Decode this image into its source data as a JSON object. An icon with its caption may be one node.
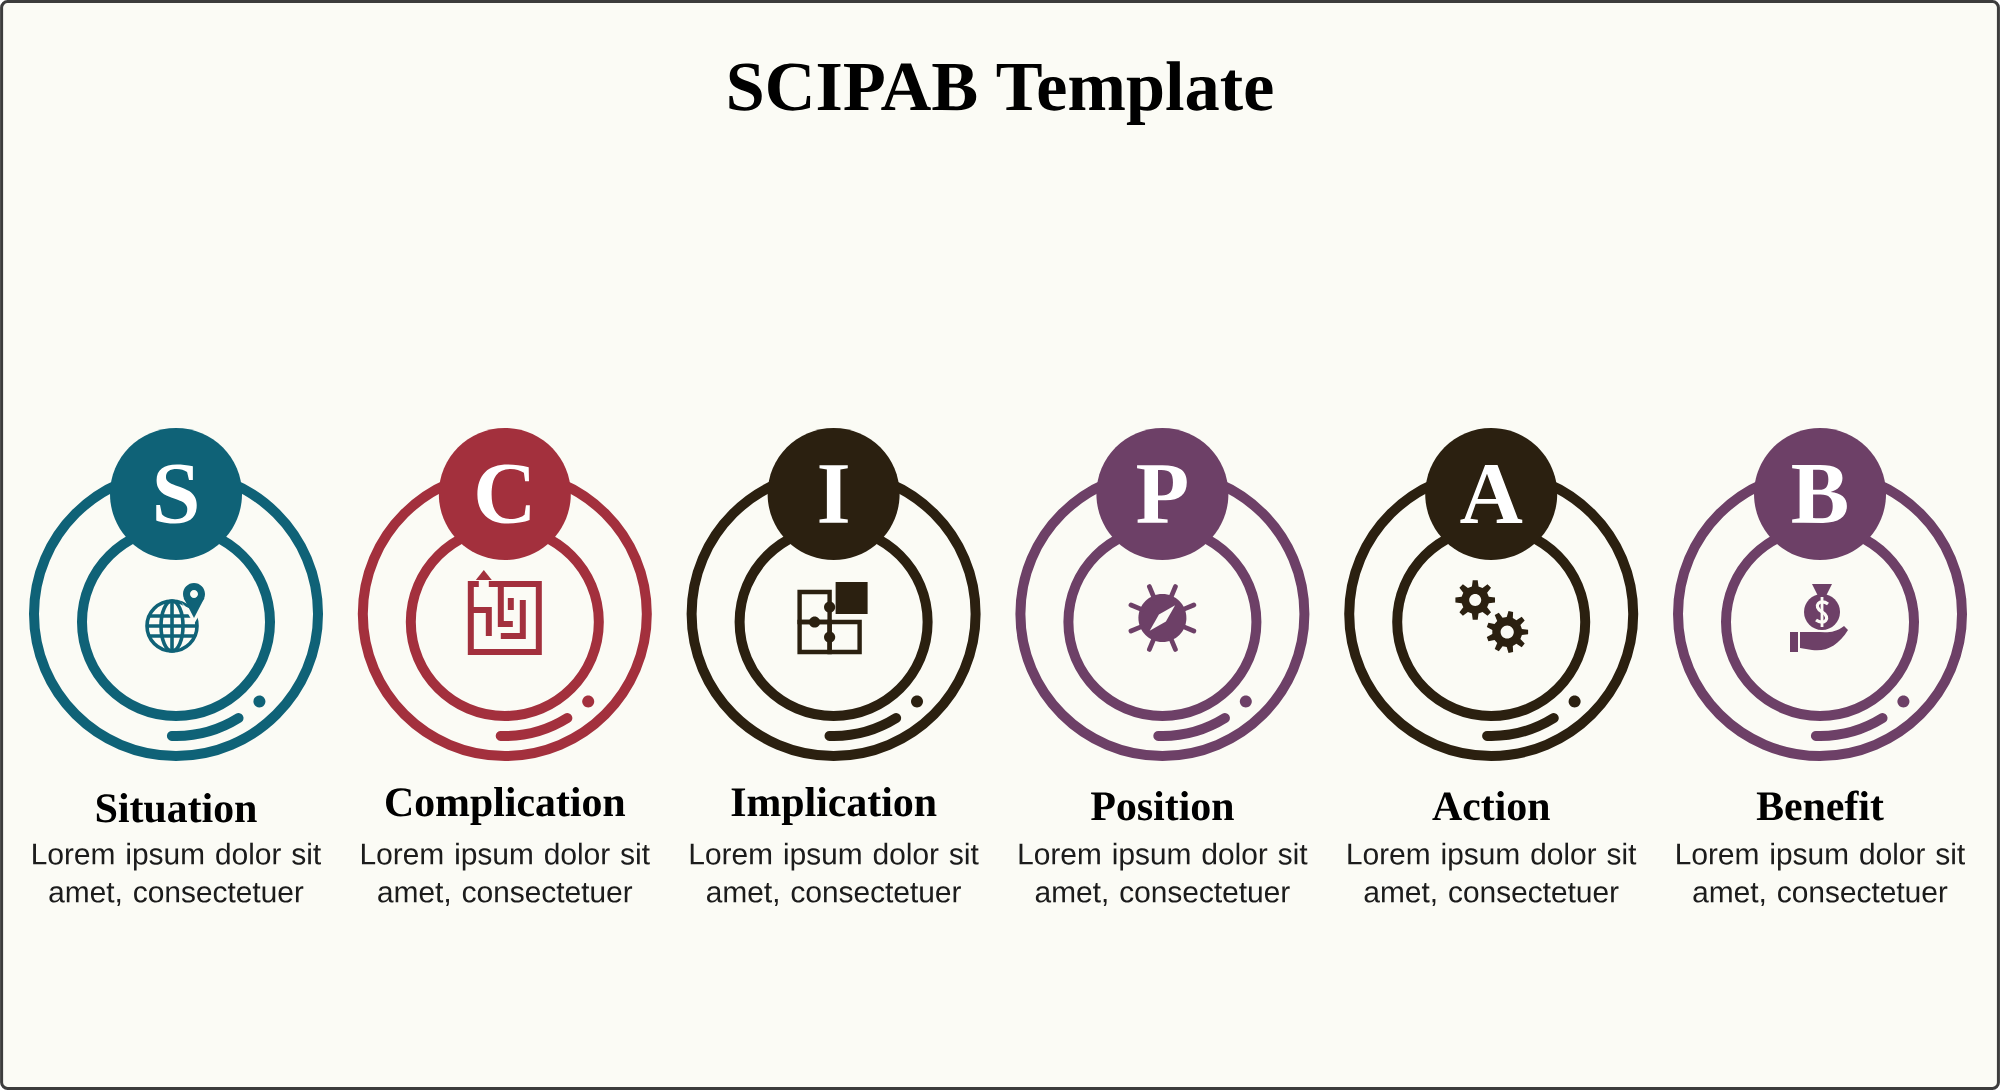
{
  "diagram": {
    "title": "SCIPAB Template",
    "nodes": [
      {
        "text": [
          "S"
        ]
      },
      {
        "text": [
          "Situation",
          "Lorem ipsum dolor sit amet, consectetuer"
        ]
      },
      {
        "text": [
          "C"
        ]
      },
      {
        "text": [
          "Complication",
          "Lorem ipsum dolor sit amet, consectetuer"
        ]
      },
      {
        "text": [
          "I"
        ]
      },
      {
        "text": [
          "Implication",
          "Lorem ipsum dolor sit amet, consectetuer"
        ]
      },
      {
        "text": [
          "P"
        ]
      },
      {
        "text": [
          "Position",
          "Lorem ipsum dolor sit amet, consectetuer"
        ]
      },
      {
        "text": [
          "A"
        ]
      },
      {
        "text": [
          "Action",
          "Lorem ipsum dolor sit amet, consectetuer"
        ]
      },
      {
        "text": [
          "B"
        ]
      },
      {
        "text": [
          "Benefit",
          "Lorem ipsum dolor sit amet, consectetuer"
        ]
      }
    ]
  }
}
